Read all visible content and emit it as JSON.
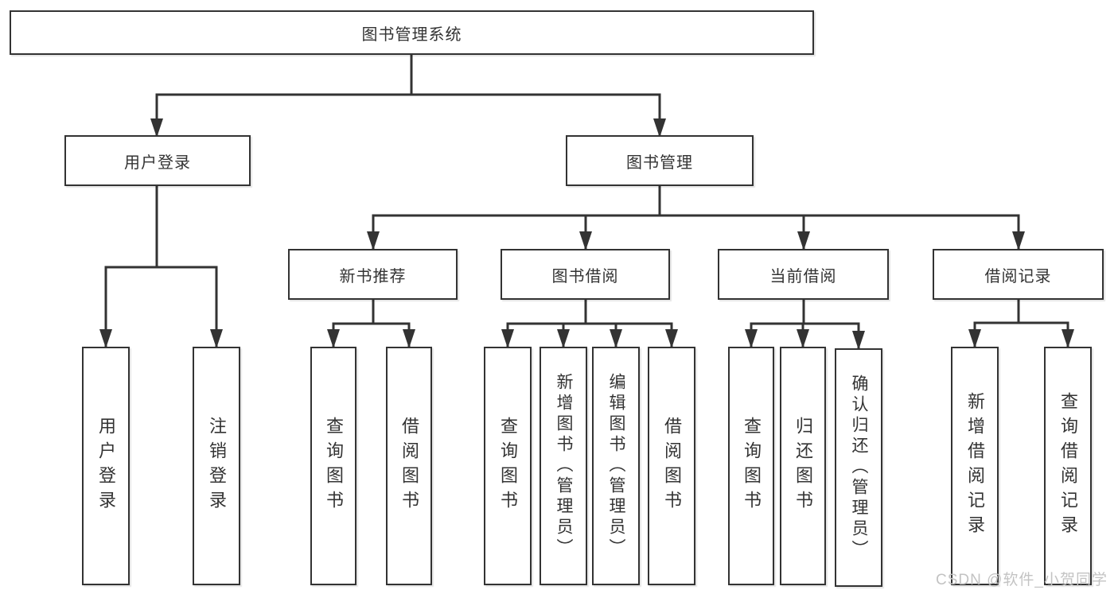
{
  "diagram": {
    "root_label": "图书管理系统",
    "branches": [
      {
        "label": "用户登录",
        "children": [
          "用户登录",
          "注销登录"
        ]
      },
      {
        "label": "图书管理",
        "children": [
          {
            "label": "新书推荐",
            "children": [
              "查询图书",
              "借阅图书"
            ]
          },
          {
            "label": "图书借阅",
            "children": [
              "查询图书",
              "新增图书（管理员）",
              "编辑图书（管理员）",
              "借阅图书"
            ]
          },
          {
            "label": "当前借阅",
            "children": [
              "查询图书",
              "归还图书",
              "确认归还（管理员）"
            ]
          },
          {
            "label": "借阅记录",
            "children": [
              "新增借阅记录",
              "查询借阅记录"
            ]
          }
        ]
      }
    ]
  },
  "colors": {
    "line": "#333333",
    "background": "#ffffff",
    "watermark": "#c3c3c3"
  },
  "watermark": {
    "text": "CSDN @软件_小贺同学"
  }
}
